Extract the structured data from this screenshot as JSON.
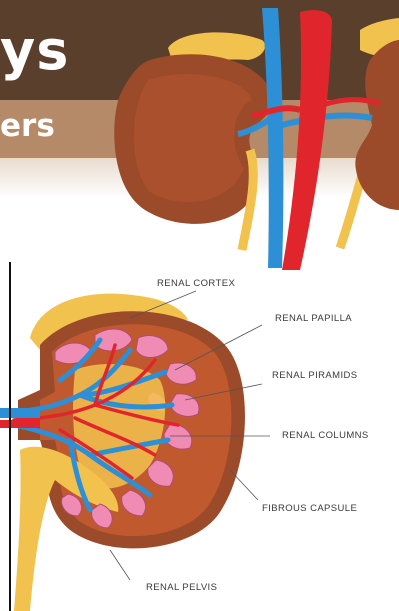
{
  "header": {
    "title_fragment": "ys",
    "subtitle_fragment": "ers"
  },
  "labels": {
    "renal_cortex": "RENAL CORTEX",
    "renal_papilla": "RENAL PAPILLA",
    "renal_piramids": "RENAL PIRAMIDS",
    "renal_columns": "RENAL COLUMNS",
    "fibrous_capsule": "FIBROUS CAPSULE",
    "renal_pelvis": "RENAL PELVIS"
  },
  "colors": {
    "kidney_outer": "#9b4a2a",
    "kidney_inner": "#c05a2e",
    "pyramid": "#f08cb4",
    "artery": "#e0262c",
    "vein": "#2d8fd6",
    "fat": "#f2c24e",
    "header_dark": "#5a3f2c",
    "header_light": "#b48a68"
  }
}
